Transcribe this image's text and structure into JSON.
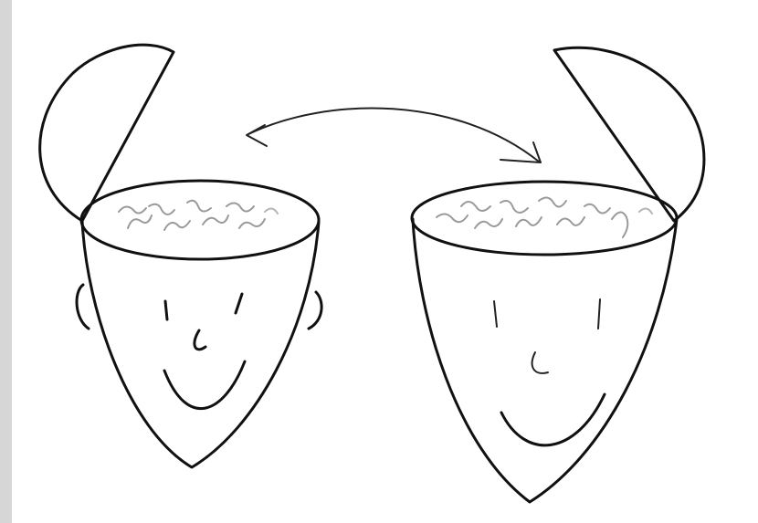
{
  "illustration": {
    "description_colors": {
      "background": "#d6d6d6",
      "paper": "#ffffff",
      "ink": "#111111",
      "brain": "#9a9a9a"
    },
    "figures": [
      {
        "name": "left-head"
      },
      {
        "name": "right-head"
      }
    ],
    "arrow": {
      "style": "double-headed-curved"
    }
  }
}
